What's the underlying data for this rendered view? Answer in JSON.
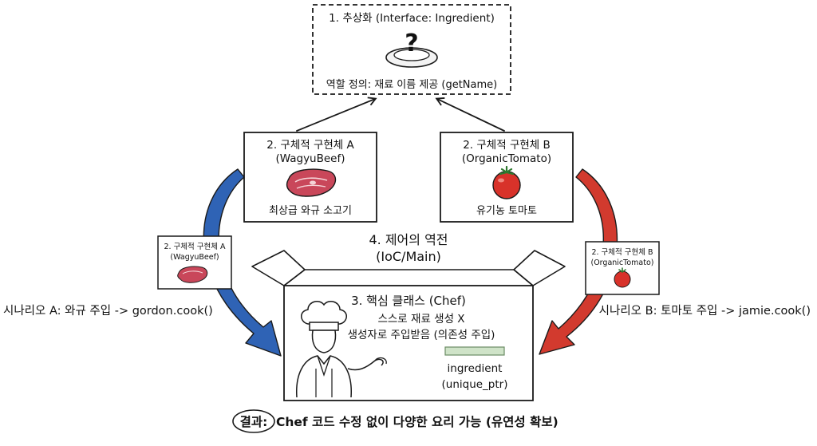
{
  "abstraction": {
    "title": "1. 추상화 (Interface: Ingredient)",
    "role": "역할 정의: 재료 이름 제공 (getName)",
    "icon": "question-plate-icon"
  },
  "impl_a": {
    "title_line1": "2. 구체적 구현체 A",
    "title_line2": "(WagyuBeef)",
    "desc": "최상급 와규 소고기",
    "icon": "steak-icon"
  },
  "impl_b": {
    "title_line1": "2. 구체적 구현체 B",
    "title_line2": "(OrganicTomato)",
    "desc": "유기농 토마토",
    "icon": "tomato-icon"
  },
  "card_a": {
    "title_line1": "2. 구체적 구현체 A",
    "title_line2": "(WagyuBeef)"
  },
  "card_b": {
    "title_line1": "2. 구체적 구현체 B",
    "title_line2": "(OrganicTomato)"
  },
  "ioc": {
    "title_line1": "4. 제어의 역전",
    "title_line2": "(IoC/Main)"
  },
  "chef": {
    "title": "3. 핵심 클래스 (Chef)",
    "line1": "스스로 재료 생성 X",
    "line2": "생성자로 주입받음 (의존성 주입)",
    "field_line1": "ingredient",
    "field_line2": "(unique_ptr)",
    "icon": "chef-icon"
  },
  "scenario_a": "시나리오 A: 와규 주입 -> gordon.cook()",
  "scenario_b": "시나리오 B: 토마토 주입 -> jamie.cook()",
  "result": {
    "label": "결과:",
    "text": "Chef 코드 수정 없이 다양한 요리 가능 (유연성 확보)"
  },
  "colors": {
    "blue_arrow": "#2f63b5",
    "red_arrow": "#d23a2e",
    "field_bar": "#cfe3c8",
    "steak": "#c9475a",
    "tomato": "#d8322a"
  }
}
